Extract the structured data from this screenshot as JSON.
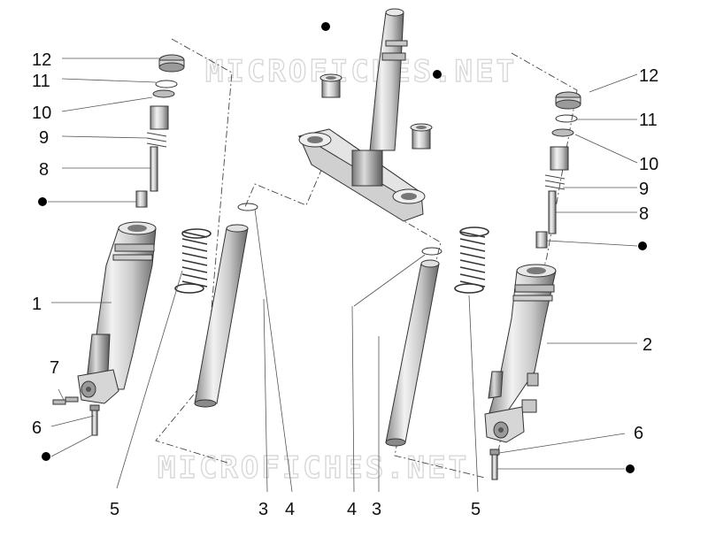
{
  "watermark": "MICROFICHES.NET",
  "callouts": {
    "left_12": "12",
    "left_11": "11",
    "left_10": "10",
    "left_9": "9",
    "left_8": "8",
    "left_1": "1",
    "left_7": "7",
    "left_6": "6",
    "left_5": "5",
    "spring_3": "3",
    "oring_4": "4",
    "right_4": "4",
    "right_3": "3",
    "right_5": "5",
    "right_12": "12",
    "right_11": "11",
    "right_10": "10",
    "right_9": "9",
    "right_8": "8",
    "right_2": "2",
    "right_6": "6"
  },
  "colors": {
    "metal_light": "#e6e6e6",
    "metal_mid": "#bdbdbd",
    "metal_dark": "#6e6e6e",
    "watermark": "#d8d8d8",
    "marker": "#000000"
  }
}
